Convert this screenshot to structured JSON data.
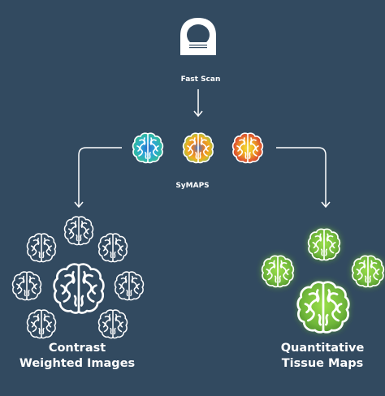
{
  "colors": {
    "background": "#324a60",
    "line": "#ffffff",
    "quant_green": "#7cc242",
    "quant_glow": "#b8f06a"
  },
  "icons": {
    "scanner": "mri-scanner-icon",
    "brain": "brain-icon"
  },
  "labels": {
    "scan": "Fast Scan",
    "symaps": "SyMAPS",
    "contrast_line1": "Contrast",
    "contrast_line2": "Weighted Images",
    "quant_line1": "Quantitative",
    "quant_line2": "Tissue Maps"
  }
}
